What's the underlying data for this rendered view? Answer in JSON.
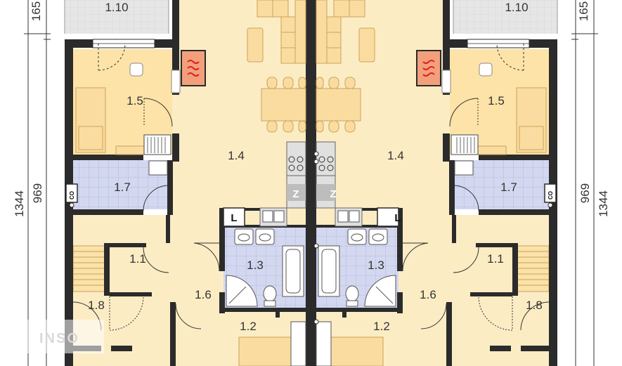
{
  "colors": {
    "wall": "#2b2b2b",
    "floor": "#fcecc4",
    "bedroom": "#fde3a7",
    "bathroom": "#d3d8f0",
    "terrace": "#e6e6e6",
    "furniture": "#fbdca0",
    "furniture_stroke": "#c9a35a",
    "fireplace": "#f2a07b"
  },
  "left": {
    "rooms": {
      "r110": "1.10",
      "r15": "1.5",
      "r14": "1.4",
      "r17": "1.7",
      "r11": "1.1",
      "r13": "1.3",
      "r16": "1.6",
      "r18": "1.8",
      "r12": "1.2"
    },
    "dims": {
      "top": "165",
      "mid": "969",
      "total": "1344"
    },
    "symbols": {
      "co": "CO",
      "fridge": "Z",
      "laundry": "L"
    }
  },
  "right": {
    "rooms": {
      "r110": "1.10",
      "r15": "1.5",
      "r14": "1.4",
      "r17": "1.7",
      "r11": "1.1",
      "r13": "1.3",
      "r16": "1.6",
      "r18": "1.8",
      "r12": "1.2"
    },
    "dims": {
      "top": "165",
      "mid": "969",
      "total": "1344"
    },
    "symbols": {
      "co": "CO",
      "fridge": "Z",
      "laundry": "L"
    }
  },
  "watermark": "INSO"
}
